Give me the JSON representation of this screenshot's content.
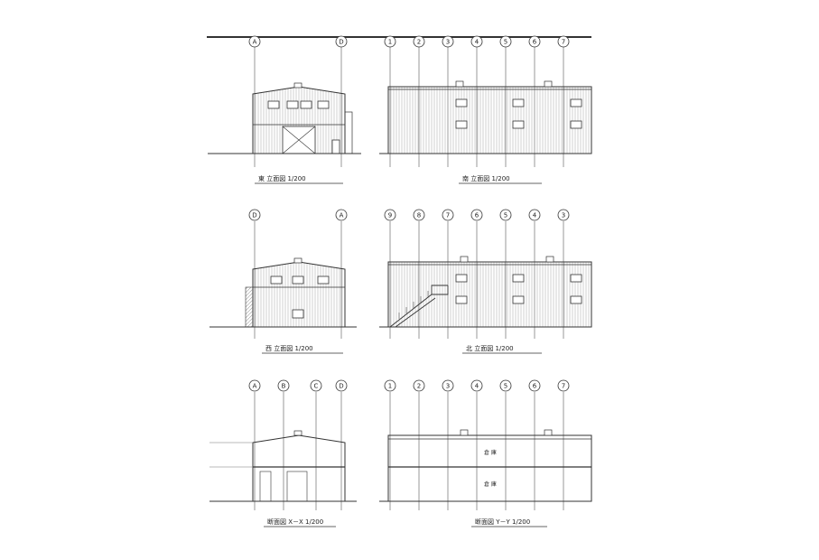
{
  "rows": [
    {
      "grids": [
        [
          "A",
          "D"
        ],
        [
          "1",
          "2",
          "3",
          "4",
          "5",
          "6",
          "7"
        ]
      ],
      "captions": [
        "東 立面図 1/200",
        "南 立面図 1/200"
      ]
    },
    {
      "grids": [
        [
          "D",
          "A"
        ],
        [
          "9",
          "8",
          "7",
          "6",
          "5",
          "4",
          "3"
        ]
      ],
      "captions": [
        "西 立面図 1/200",
        "北 立面図 1/200"
      ]
    },
    {
      "grids": [
        [
          "A",
          "B",
          "C",
          "D"
        ],
        [
          "1",
          "2",
          "3",
          "4",
          "5",
          "6",
          "7"
        ]
      ],
      "captions": [
        "断面図 X－X 1/200",
        "断面図 Y－Y 1/200"
      ]
    }
  ],
  "section_labels": {
    "upper": "倉 庫",
    "lower": "倉 庫"
  },
  "colors": {
    "line": "#333333",
    "hatch": "#8a8a8a",
    "paper": "#ffffff"
  }
}
